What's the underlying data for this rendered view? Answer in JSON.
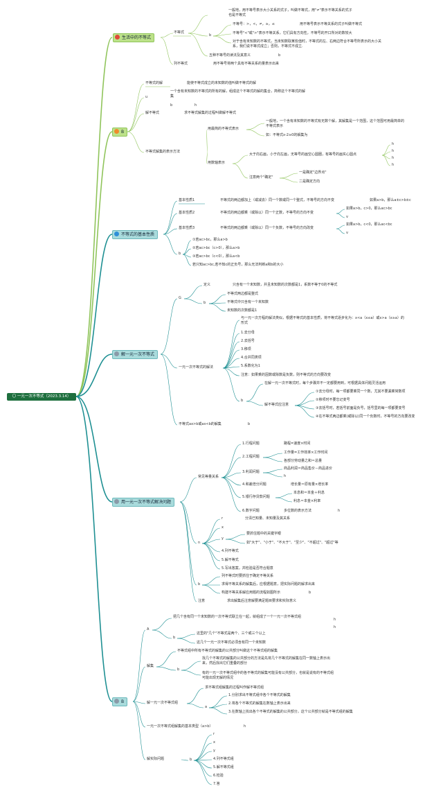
{
  "root": "〇 一元一次不等式（2023.3.14）",
  "colors": {
    "branch_green": "#8fc45a",
    "branch_teal": "#1d8f92",
    "root_bg": "#1e6f3e"
  },
  "b1": {
    "title": "生活中的不等式",
    "icon": "red-circle-icon",
    "def_label": "不等式",
    "def1": "一般地，用不等号表示大小关系的式子，叫做不等式，用\"≠\"表示不等关系的式子也是不等式",
    "b_label": "b",
    "signs": "不等号：>，<，≠，≥，≤",
    "signs_note": "用不等号表示不等关系的式子叫做不等式",
    "sign_dir": "不等号\"<\"或\">\"表示不等关系，它们具有方向性，不等号的开口所对的数较大",
    "sign_unknown": "对于含有未知数的不等式，当未知数取某些值时，不等式的左、右两边符合不等号所表示的大小关系，我们说不等式成立；否则，不等式不成立.",
    "five_words": "五种不等号的读法及其意义",
    "five_b": "b",
    "list_label": "列不等式",
    "list_text": "用不等号将两个具有不等关系的量表示出来"
  },
  "b2": {
    "title": "B",
    "icon": "orange-circle-icon",
    "sol_label": "不等式的解",
    "sol_text": "能使不等式成立的未知数的值叫做不等式的解",
    "set_label": "u",
    "set_text": "一个含有未知数的不等式的所有的解，组成这个不等式的解的集合，简称这个不等式的解集",
    "set_b": "b",
    "set_h": "h",
    "solve_label": "解不等式",
    "solve_text": "求不等式解集的过程叫做解不等式",
    "rep_label": "不等式解集的表示方法",
    "simple_label": "用最简的不等式表示",
    "simple1": "一般地，一个含有未知数的不等式有无数个解，其解集是一个范围，这个范围可用最简单的不等式表示",
    "simple2": "如：不等式x-2≥0的解集为",
    "axis_label": "用数轴表示",
    "axis_text": "大于向右画，小于向左画，无等号的画空心圆圈，有等号的画实心圆点",
    "axis_h": [
      "h",
      "h",
      "h",
      "h"
    ],
    "boundary_label": "注意两个\"确定\"",
    "boundary1": "一是确定\"边界点\"",
    "boundary2": "二是确定方向"
  },
  "b3": {
    "title": "不等式的基本性质",
    "icon": "blue-circle-icon",
    "p1_label": "基本性质1",
    "p1_text": "不等式的两边都加上（或减去）同一个数或同一个整式，不等号的方向不变",
    "p1_ex": "如果a>b，那么a±c>b±c",
    "p2_label": "基本性质2",
    "p2_text": "不等式的两边都乘（或除以）同一个正数，不等号的方向不变",
    "p2_ex": "如果a>b，c>0，那么ac>bc",
    "p2_v": "v",
    "p3_label": "基本性质3",
    "p3_text": "不等式的两边都乘（或除以）同一个负数，不等号的方向改变",
    "p3_ex": "如果a>b，c<0，那么ac<bc",
    "p3_v": "v",
    "ext_label": "b",
    "ext1": "①若ac>bc，那么a>b",
    "ext2": "②若ac>bc（c>0），那么a>b",
    "ext3": "③若ac>bc（c<0），那么a<b",
    "ext4": "若只知ac>bc,若不知c的正负号，那么无法判断a和b的大小"
  },
  "b4": {
    "title": "解一元一次不等式",
    "icon": "gray-circle-icon",
    "g_label": "G",
    "def_label": "定义",
    "def_text": "只含有一个未知数，并且未知数的次数都是1，系数不等于0的不等式",
    "def_b": "b",
    "feat1": "不等式两边都是整式",
    "feat2": "不等式中只含有一个未知数",
    "feat3": "未知数的次数都是1",
    "method_label": "一元一次不等式的解法",
    "method_intro": "与一元一次方程的解法类似，根据不等式的基本性质，将不等式逐步化为：x<a（x≤a）或x>a（x≥a）的形式",
    "steps": [
      "1.去分母",
      "2.去括号",
      "3.移项",
      "4.合并同类项",
      "5.系数化为1"
    ],
    "attention": "注意：如果乘的因数或除数是负数，则不等式的方向要改变",
    "note_b": "b",
    "note_main": "在解一元一次不等式时，每个步骤并不一定都要用到，可根据具体问题灵活运用",
    "note_label": "解不等式应注意",
    "notes": [
      "①去分母时，每一项都要乘同一个数，尤其不要漏乘常数项",
      "②移项时不要忘记变号",
      "③去括号时，若括号前面是负号，括号里的每一项都要变号",
      "④在不等式两边都乘(或除以)同一个负数时，不等号的方向要改变"
    ],
    "axb_label": "不等式ax>b或ax<b的解集",
    "axb_b": "b"
  },
  "b5": {
    "title": "用一元一次不等式解决问题",
    "icon": "gray-circle-icon",
    "common_label": "常见等量关系",
    "items": [
      {
        "label": "1.行程问题",
        "values": [
          "路程=速度×时间"
        ]
      },
      {
        "label": "2.工程问题",
        "values": [
          "工作量=工作效率×工作时间",
          "各部分劳动量之和＝总量"
        ]
      },
      {
        "label": "3.利润问题",
        "values": [
          "商品利润＝商品售价－商品进价",
          "h"
        ]
      },
      {
        "label": "4.和差倍分问题",
        "values": [
          "增长量＝原有量×增长率"
        ]
      },
      {
        "label": "5.银行存贷款问题",
        "values": [
          "本息和＝本金＋利息",
          "利息＝本金×利率"
        ]
      },
      {
        "label": "6.数字问题",
        "values": [
          "多位数的表示方法",
          "h"
        ]
      }
    ],
    "steps_label": "n",
    "s_r": "r",
    "s_r_text": "分清已知量、未知量及其关系",
    "s_x": "x",
    "s_y": "y",
    "s_y1": "要抓住题中的关键字眼",
    "s_y2": "如\"大于\"、\"小于\"、\"不大于\"、\"至少\"、\"不超过\"、\"超过\"等",
    "s4": "4.列不等式",
    "s5": "5.解不等式",
    "s6": "5.写出答案，并检验是否符合题意",
    "b_label": "b",
    "b1": "列不等式时要抓住于确定不等关系",
    "b2": "求得不等关系的解集后，应根据题意，把实际问题的解求出来",
    "b3": "构建不等关系解应用题的流程如图所示",
    "b3_b": "b",
    "note_label": "注意",
    "note_text": "求出解集后注意解要满足题目要求和实际意义"
  },
  "b6": {
    "title": "B",
    "icon": "gray-circle-icon",
    "a_label": "A",
    "a_text": "把几个含有同一个未知数的一次不等式联立在一起，就组成了一个一元一次不等式组",
    "a_h": [
      "h",
      "h"
    ],
    "a_b": "b",
    "a_b1": "这里的\"几个\"不等式是两个、三个或三个以上",
    "a_b2": "这几个一元一次不等式必须含有同一个未知数",
    "set_label": "解集",
    "set_text": "不等式组中所有不等式的解集的公共部分叫做这个不等式组的解集",
    "set_b": "b",
    "set_b1": "找几个不等式的解集的公共部分的方法是先将几个不等式的解集在同一数轴上表示出来，然后找出它们重叠的部分",
    "set_b2": "有的一元一次不等式组中的各不等式的解集可能没有公共部分，也就是说有的不等式组可能出现无解的情况",
    "solve_label": "解一元一次不等式组",
    "solve_text": "求不等式组解集的过程叫作解不等式组",
    "solve_a": "a",
    "solve_s1": "1.分别求出不等式组中各个不等式的解集",
    "solve_s2": "2.将各个不等式的解集在数轴上表示出来",
    "solve_s3": "3.在数轴上找出各个不等式的解集的公共部分，这个公共部分就是不等式组的解集",
    "basic_label": "一元一次不等式组解集的基本类型（a>b）",
    "basic_h": "h",
    "prac_label": "解实际问题",
    "prac_b": "b",
    "prac_steps": [
      "r",
      "x",
      "y",
      "4.列不等式组",
      "5.解不等式组",
      "6.检验",
      "7.答"
    ]
  }
}
